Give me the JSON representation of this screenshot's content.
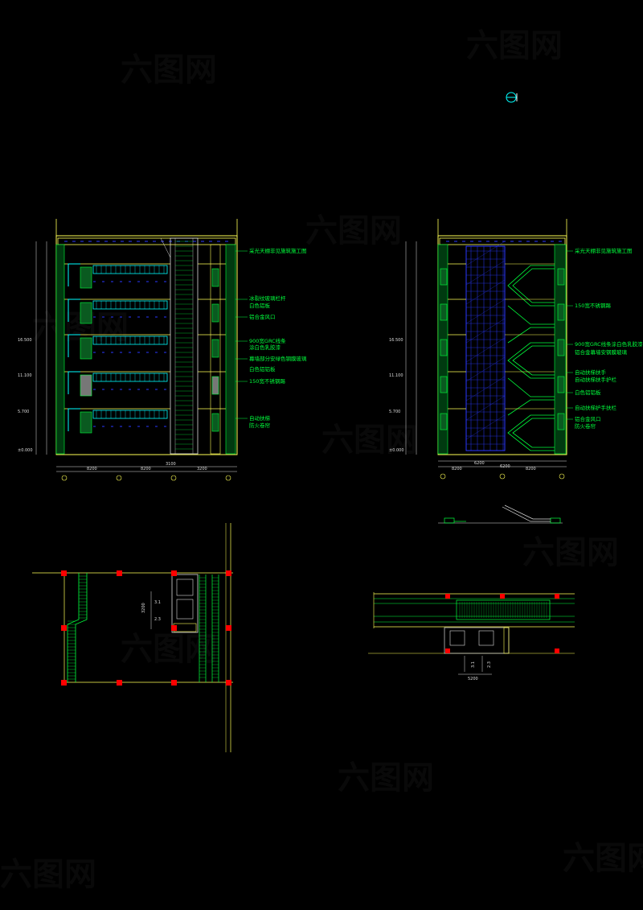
{
  "colors": {
    "background": "#000000",
    "structure": "#ffff55",
    "annotation": "#00ff3c",
    "glass": "#2a39ff",
    "column_marker": "#ff0000",
    "dimension": "#dddddd",
    "handrail": "#00ffff"
  },
  "left_section": {
    "labels": [
      "采光天棚非见施筑施工图",
      "冰裂纹玻璃栏杆",
      "白色铝板",
      "铝合金风口",
      "900宽GRC线条",
      "涂白色乳胶漆",
      "幕墙部分安绿色钢膜玻璃",
      "白色铝铝板",
      "150宽不锈钢踢",
      "自动扶梯",
      "防火卷帘"
    ],
    "levels": [
      "16.500",
      "11.100",
      "5.700",
      "±0.000"
    ],
    "spans": [
      "8200",
      "8200",
      "3100",
      "3200"
    ]
  },
  "right_section": {
    "labels": [
      "采光天棚非见施筑施工图",
      "150宽不锈钢踢",
      "900宽GRC线条涂白色乳胶漆",
      "铝合金幕墙安钢膜玻璃",
      "自动扶梯扶手",
      "自动扶梯扶手护栏",
      "白色铝铝板",
      "自动扶梯护手扶栏",
      "铝合金风口",
      "防火卷帘"
    ],
    "levels": [
      "16.500",
      "11.100",
      "5.700",
      "±0.000"
    ],
    "spans": [
      "6200",
      "8200",
      "8200",
      "6200"
    ]
  },
  "left_plan": {
    "dims": [
      "3.1",
      "2.3",
      "3200"
    ]
  },
  "right_plan": {
    "dims": [
      "3.1",
      "2.3",
      "5200"
    ]
  },
  "watermark": "六图网"
}
